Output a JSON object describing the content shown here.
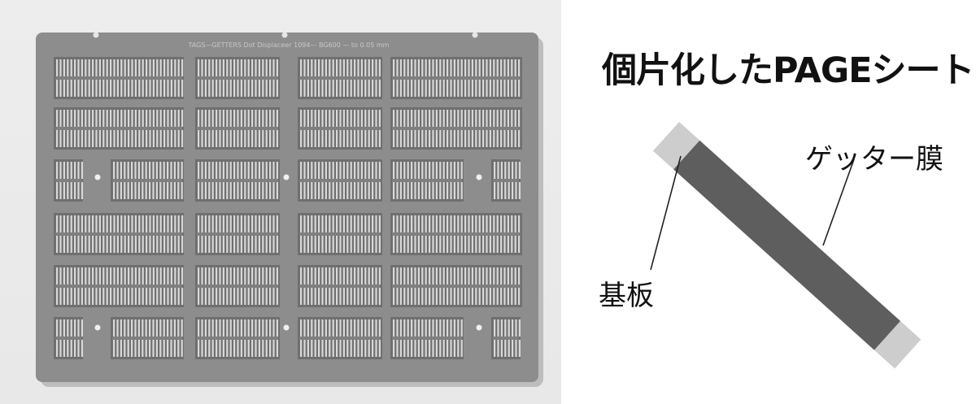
{
  "photo": {
    "name": "page-sheet-photo",
    "engraved_text": "TAGS—GETTERS Dot Displaceer 1094— BG600 — to 0.05 mm"
  },
  "title": "個片化したPAGEシート",
  "diagram": {
    "labels": {
      "gutter_film": "ゲッター膜",
      "substrate": "基板"
    },
    "colors": {
      "gutter_film": "#5e5e5e",
      "substrate": "#cdcdcd",
      "sheet": "#8a8a8a",
      "leader_line": "#222222"
    }
  }
}
